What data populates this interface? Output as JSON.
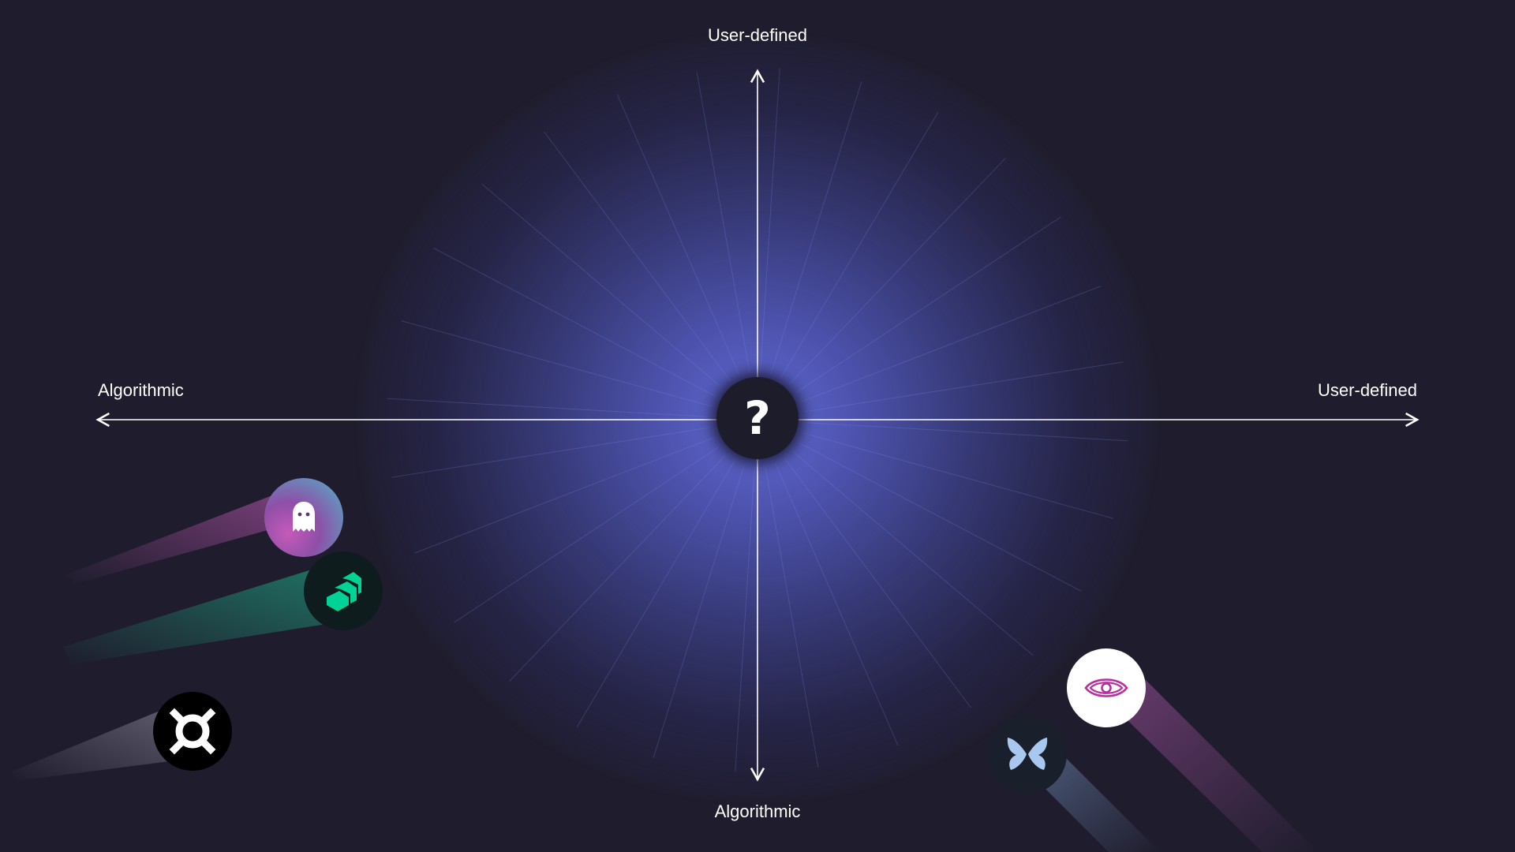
{
  "axes": {
    "top": "User-defined",
    "bottom": "Algorithmic",
    "left": "Algorithmic",
    "right": "User-defined"
  },
  "center": {
    "symbol": "?"
  },
  "logos": [
    {
      "name": "ghost-logo-icon",
      "colors": [
        "#c45bb8",
        "#4fb6c8"
      ]
    },
    {
      "name": "compound-logo-icon",
      "color": "#00d395"
    },
    {
      "name": "frax-logo-icon",
      "color": "#ffffff"
    },
    {
      "name": "eye-logo-icon",
      "color": "#b8309e"
    },
    {
      "name": "butterfly-logo-icon",
      "color": "#a9c8f0"
    }
  ],
  "colors": {
    "background": "#1f1d2d",
    "glow": "#646ed8",
    "axis": "#ffffff"
  }
}
